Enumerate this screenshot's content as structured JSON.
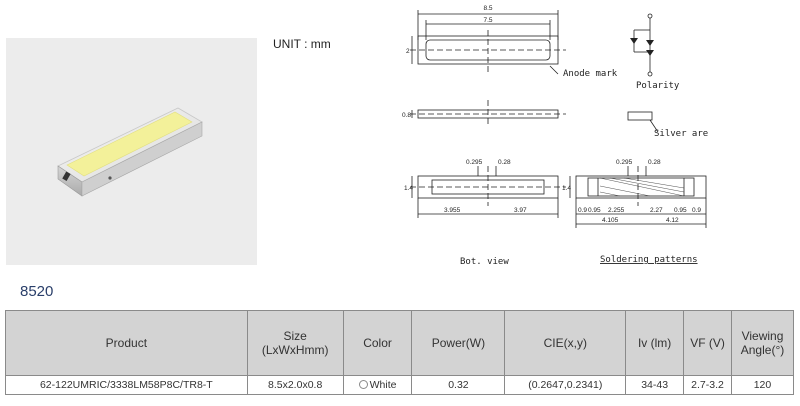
{
  "unit_label": "UNIT : mm",
  "model_code": "8520",
  "drawing": {
    "top_dims": [
      "8.5",
      "7.5"
    ],
    "top_height": "2",
    "anode_label": "Anode mark",
    "polarity_label": "Polarity",
    "side_height": "0.8",
    "silver_label": "Silver area",
    "bottom_dims": [
      "0.295",
      "0.28",
      "1.4",
      "3.955",
      "3.97"
    ],
    "solder_dims": [
      "0.295",
      "0.28",
      "1.4",
      "0.9",
      "0.95",
      "2.255",
      "2.27",
      "0.95",
      "0.9",
      "4.105",
      "4.12"
    ],
    "bot_view_label": "Bot. view",
    "solder_label": "Soldering patterns"
  },
  "table": {
    "headers": [
      "Product",
      "Size\n(LxWxHmm)",
      "Color",
      "Power(W)",
      "CIE(x,y)",
      "Iv (lm)",
      "VF (V)",
      "Viewing\nAngle(°)"
    ],
    "row": {
      "product": "62-122UMRIC/3338LM58P8C/TR8-T",
      "size": "8.5x2.0x0.8",
      "color": "White",
      "power": "0.32",
      "cie": "(0.2647,0.2341)",
      "iv": "34-43",
      "vf": "2.7-3.2",
      "angle": "120"
    }
  }
}
